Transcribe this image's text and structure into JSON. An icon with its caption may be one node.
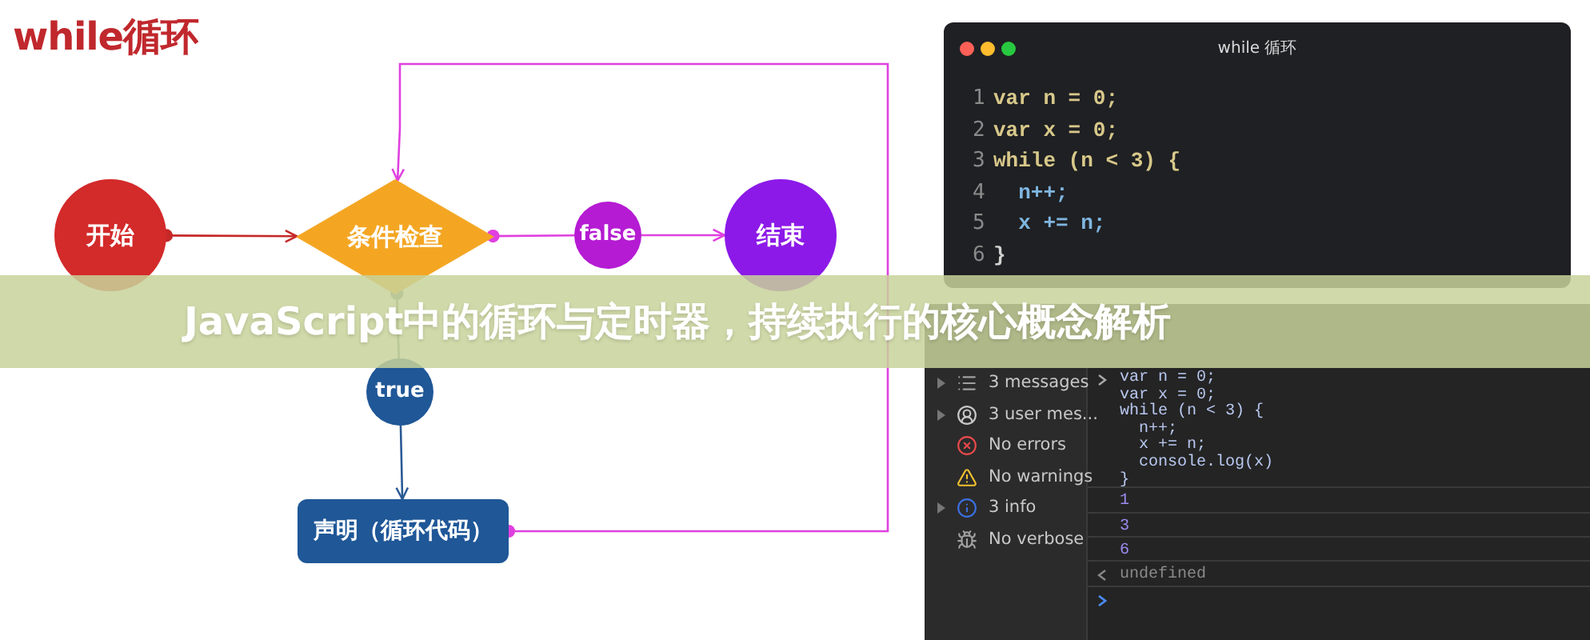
{
  "diagram": {
    "title": "JavaScript中的循环与定时器，持续执行的核心概念解析",
    "nodes": [
      {
        "text": [
          "开始"
        ]
      },
      {
        "text": [
          "条件检查"
        ]
      },
      {
        "text": [
          "false"
        ]
      },
      {
        "text": [
          "结束"
        ]
      },
      {
        "text": [
          "true"
        ]
      },
      {
        "text": [
          "声明（循环代码）"
        ]
      }
    ],
    "edges": [
      {
        "from": 0,
        "to": 1,
        "arrow": "to",
        "color": "#c62828"
      },
      {
        "from": 1,
        "to": 2,
        "arrow": "other"
      },
      {
        "from": 2,
        "to": 3,
        "arrow": "to"
      },
      {
        "from": 1,
        "to": 4,
        "arrow": "other",
        "color": "#6f8c84"
      },
      {
        "from": 4,
        "to": 5,
        "arrow": "to",
        "color": "#2a5a95"
      },
      {
        "from": 5,
        "to": 1,
        "arrow": "to"
      }
    ],
    "labels": [
      "while循环",
      "while 循环",
      "1",
      "var n = 0;",
      "2",
      "var x = 0;",
      "3",
      "while (n < 3) {",
      "4",
      "  n++;",
      "5",
      "  x += n;",
      "6",
      "}",
      "3 messages",
      "3 user mes...",
      "No errors",
      "No warnings",
      "3 info",
      "No verbose",
      "var n = 0;",
      "var x = 0;",
      "while (n < 3) {",
      "  n++;",
      "  x += n;",
      "  console.log(x)",
      "}",
      "1",
      "3",
      "6",
      "undefined"
    ]
  }
}
